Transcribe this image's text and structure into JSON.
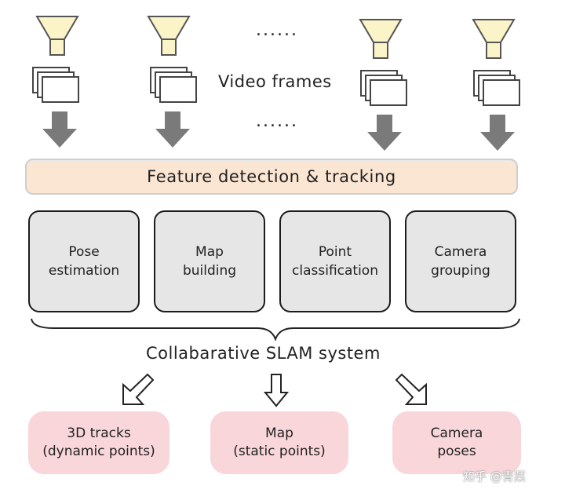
{
  "cameras": [
    {
      "id": "camera-1"
    },
    {
      "id": "camera-2"
    },
    {
      "id": "camera-3"
    },
    {
      "id": "camera-4"
    }
  ],
  "ellipsis": "......",
  "video_frames_label": "Video frames",
  "feature_bar_label": "Feature detection & tracking",
  "modules": [
    {
      "label": "Pose\nestimation"
    },
    {
      "label": "Map\nbuilding"
    },
    {
      "label": "Point\nclassification"
    },
    {
      "label": "Camera\ngrouping"
    }
  ],
  "system_label": "Collabarative SLAM system",
  "outputs": [
    {
      "label": "3D tracks\n(dynamic points)"
    },
    {
      "label": "Map\n(static points)"
    },
    {
      "label": "Camera\nposes"
    }
  ],
  "watermark": "知乎 @青菜",
  "colors": {
    "camera_fill": "#fbf4c8",
    "feature_bar_fill": "#fbe6d3",
    "module_fill": "#e6e6e6",
    "output_fill": "#f9d6da",
    "arrow_fill": "#7a7a7a"
  },
  "icons": [
    "camera-icon",
    "frames-stack-icon",
    "down-arrow-icon",
    "hollow-arrow-icon",
    "brace-icon"
  ]
}
